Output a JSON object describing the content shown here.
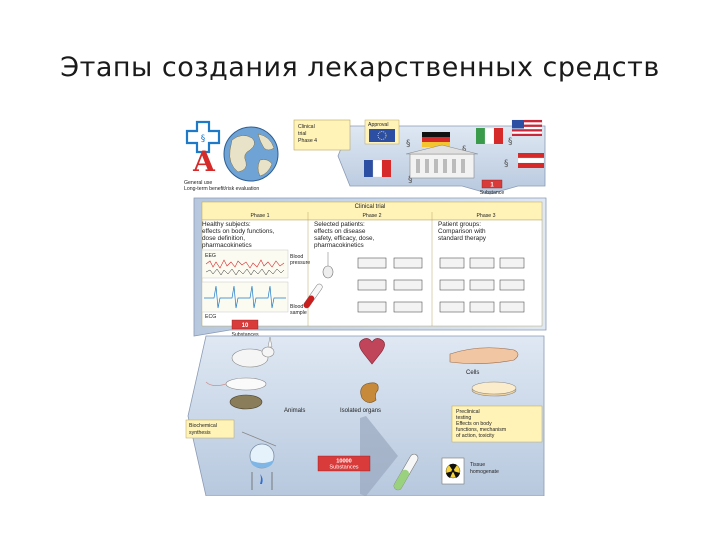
{
  "slide": {
    "title": "Этапы создания лекарственных средств"
  },
  "colors": {
    "panel_blue": "#c8d6e8",
    "panel_yellow": "#fff3b8",
    "arrow_gray": "#9aa8bf",
    "badge_red": "#d93a3a",
    "cross_blue": "#1e7ac8",
    "pharmacy_red": "#d62a2a"
  },
  "diagram": {
    "phase4_box": [
      "Clinical",
      "trial",
      "Phase 4"
    ],
    "general_use": [
      "General use",
      "Long-term benefit/risk evaluation"
    ],
    "approval_label": "Approval",
    "substance_badge": {
      "count": "1",
      "label": "Substance"
    },
    "clinical_trial_title": "Clinical trial",
    "phases": [
      {
        "title": "Phase 1",
        "lines": [
          "Healthy subjects:",
          "effects on body functions,",
          "dose definition,",
          "pharmacokinetics"
        ]
      },
      {
        "title": "Phase 2",
        "lines": [
          "Selected patients:",
          "effects on disease",
          "safety, efficacy, dose,",
          "pharmacokinetics"
        ]
      },
      {
        "title": "Phase 3",
        "lines": [
          "Patient groups:",
          "Comparison with",
          "standard therapy"
        ]
      }
    ],
    "eeg_label": "EEG",
    "ecg_label": "ECG",
    "blood_pressure": [
      "Blood",
      "pressure"
    ],
    "blood_sample": [
      "Blood",
      "sample"
    ],
    "ten_badge": {
      "count": "10",
      "label": "Substances"
    },
    "animals_label": "Animals",
    "isolated_organs_label": "Isolated organs",
    "cells_label": "Cells",
    "preclinical_box": [
      "Preclinical",
      "testing",
      "Effects on body",
      "functions, mechanism",
      "of action, toxicity"
    ],
    "synthesis_box": [
      "Biochemical",
      "synthesis"
    ],
    "ten_thousand_badge": {
      "count": "10000",
      "label": "Substances"
    },
    "tissue_label": [
      "Tissue",
      "homogenate"
    ]
  }
}
